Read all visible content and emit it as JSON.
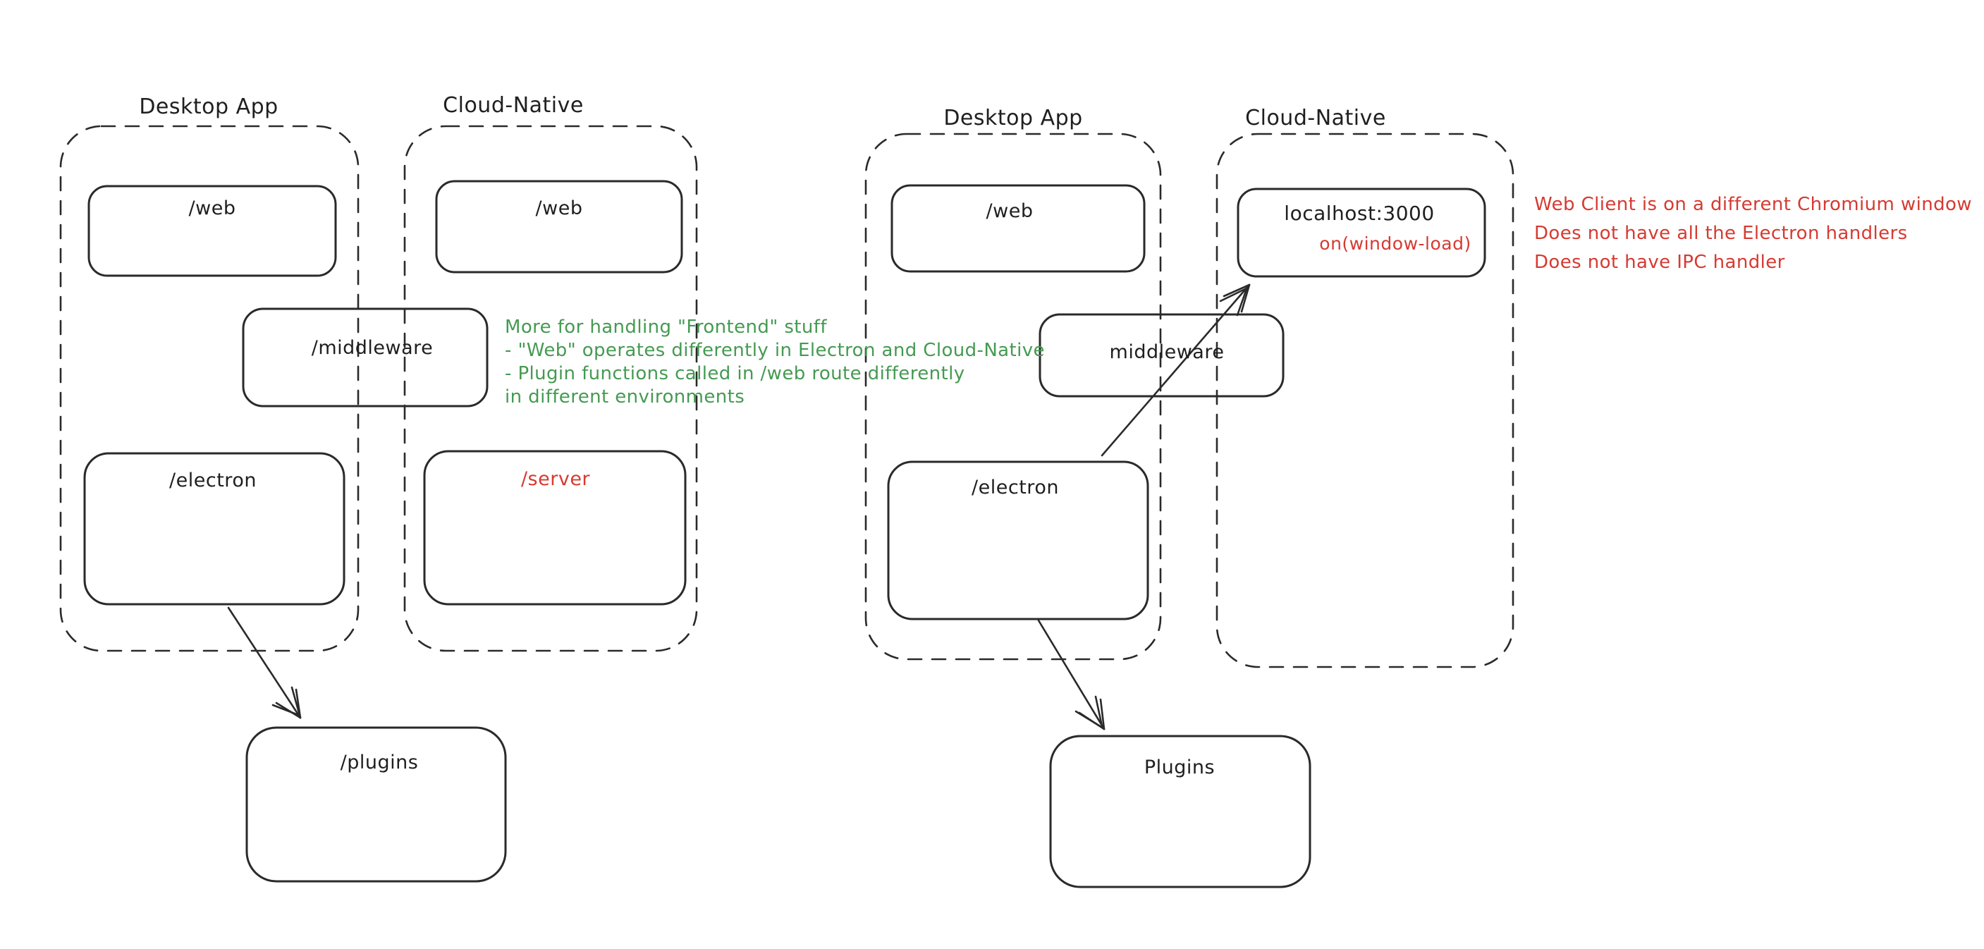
{
  "colors": {
    "ink": "#1f1f1f",
    "stroke": "#2a2a2a",
    "annotation_green": "#459a52",
    "annotation_red": "#d63a31",
    "background": "#ffffff"
  },
  "left": {
    "desktop_label": "Desktop App",
    "cloud_label": "Cloud-Native",
    "web_desktop": "/web",
    "web_cloud": "/web",
    "middleware": "/middleware",
    "electron": "/electron",
    "server": "/server",
    "plugins": "/plugins",
    "note": {
      "line1": "More for handling \"Frontend\" stuff",
      "line2": "- \"Web\" operates differently in Electron and Cloud-Native",
      "line3": "- Plugin functions called in /web route differently",
      "line4": "in different environments"
    }
  },
  "right": {
    "desktop_label": "Desktop App",
    "cloud_label": "Cloud-Native",
    "web": "/web",
    "middleware": "middleware",
    "electron": "/electron",
    "localhost": "localhost:3000",
    "localhost_event": "on(window-load)",
    "plugins": "Plugins",
    "note": {
      "line1": "Web Client is on a different Chromium window",
      "line2": "Does not have all the Electron handlers",
      "line3": "Does not have IPC handler"
    }
  }
}
